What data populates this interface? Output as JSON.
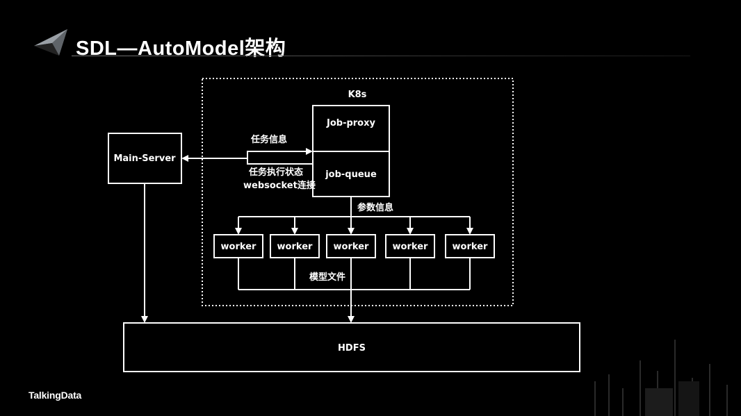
{
  "slide": {
    "title": "SDL—AutoModel架构",
    "brand": "TalkingData"
  },
  "diagram": {
    "group": {
      "id": "k8s",
      "label": "K8s"
    },
    "nodes": [
      {
        "id": "main-server",
        "label": "Main-Server"
      },
      {
        "id": "job-proxy",
        "label": "Job-proxy"
      },
      {
        "id": "job-queue",
        "label": "job-queue"
      },
      {
        "id": "worker-1",
        "label": "worker"
      },
      {
        "id": "worker-2",
        "label": "worker"
      },
      {
        "id": "worker-3",
        "label": "worker"
      },
      {
        "id": "worker-4",
        "label": "worker"
      },
      {
        "id": "worker-5",
        "label": "worker"
      },
      {
        "id": "hdfs",
        "label": "HDFS"
      }
    ],
    "edges": [
      {
        "id": "task-info",
        "from": "main-server",
        "to": "job-proxy",
        "label": "任务信息"
      },
      {
        "id": "task-status",
        "from": "job-queue",
        "to": "main-server",
        "label_lines": [
          "任务执行状态",
          "websocket连接"
        ]
      },
      {
        "id": "params",
        "from": "job-queue",
        "to": "workers",
        "label": "参数信息"
      },
      {
        "id": "model-files",
        "from": "workers",
        "to": "hdfs",
        "label": "模型文件"
      },
      {
        "id": "main-to-hdfs",
        "from": "main-server",
        "to": "hdfs",
        "label": ""
      }
    ]
  },
  "colors": {
    "background": "#000000",
    "stroke": "#ffffff",
    "text": "#ffffff"
  }
}
